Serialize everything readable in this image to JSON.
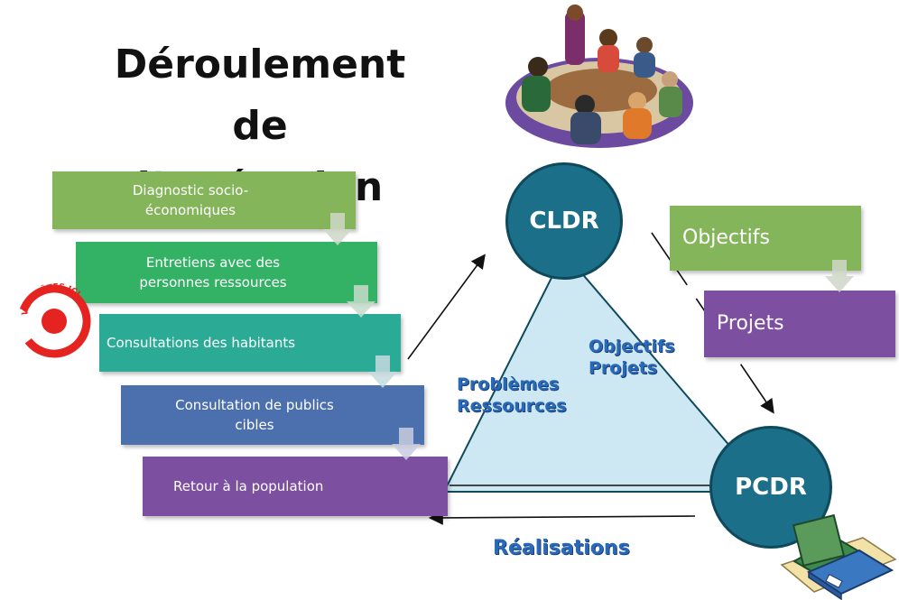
{
  "title_line1": "Déroulement",
  "title_line2": "de l’opération",
  "steps": [
    {
      "line1": "Diagnostic socio-",
      "line2": "économiques"
    },
    {
      "line1": "Entretiens avec des",
      "line2": "personnes ressources"
    },
    {
      "line1": "Consultations des habitants",
      "line2": ""
    },
    {
      "line1": "Consultation de publics",
      "line2": "cibles"
    },
    {
      "line1": "Retour à la population",
      "line2": ""
    }
  ],
  "nodes": {
    "cldr": "CLDR",
    "pcdr": "PCDR"
  },
  "side_boxes": {
    "objectifs": "Objectifs",
    "projets": "Projets"
  },
  "edge_labels": {
    "left_line1": "Problèmes",
    "left_line2": "Ressources",
    "right_line1": "Objectifs",
    "right_line2": "Projets",
    "bottom": "Réalisations"
  },
  "badge": {
    "text": "VOUS ÊTES ICI"
  },
  "colors": {
    "green_light": "#85b55b",
    "green": "#33b265",
    "teal": "#2bab96",
    "blue": "#4c70ad",
    "purple": "#7d4fa0",
    "node": "#1c6f88",
    "triangle": "#cde7f3",
    "label_blue": "#2a69b8",
    "badge_red": "#e52421"
  }
}
